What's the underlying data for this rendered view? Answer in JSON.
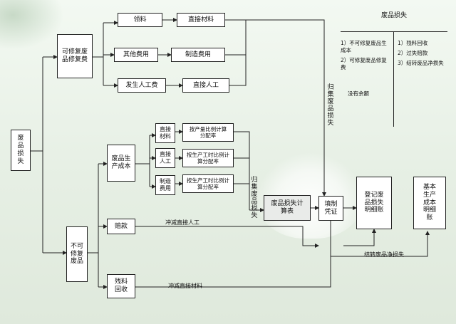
{
  "nodes": {
    "scrap_loss": "废品损失",
    "repairable": "可修复废品修复费",
    "unrepairable": "不可修复废品",
    "materials_used": "领料",
    "direct_materials_top": "直接材料",
    "other_expenses": "其他费用",
    "manufacturing_overhead": "制造费用",
    "labor_cost": "发生人工费",
    "direct_labor_top": "直接人工",
    "scrap_production_cost": "废品生产成本",
    "direct_materials": "直接材料",
    "direct_labor": "直接人工",
    "overhead": "制造费用",
    "alloc_by_output": "按产量比例计算分配率",
    "alloc_by_hours_1": "按生产工时比例计算分配率",
    "alloc_by_hours_2": "按生产工时比例计算分配率",
    "compensation": "赔款",
    "salvage": "残料回收",
    "calc_sheet": "废品损失计算表",
    "voucher": "填制凭证",
    "detail_ledger": "登记废品损失明细账",
    "basic_ledger": "基本生产成本明细账"
  },
  "labels": {
    "aggregate_top": "归集废品损失",
    "aggregate_mid": "归集废品损失",
    "offset_labor": "冲减直接人工",
    "offset_materials": "冲减直接材料",
    "transfer_net": "结转废品净损失"
  },
  "ledger": {
    "title": "废品损失",
    "debit": [
      "1）不可修复废品生成本",
      "2）可修复废品修复费"
    ],
    "credit": [
      "1）残料回收",
      "2）过失赔款",
      "3）结转废品净损失"
    ],
    "balance": "没有余额"
  }
}
